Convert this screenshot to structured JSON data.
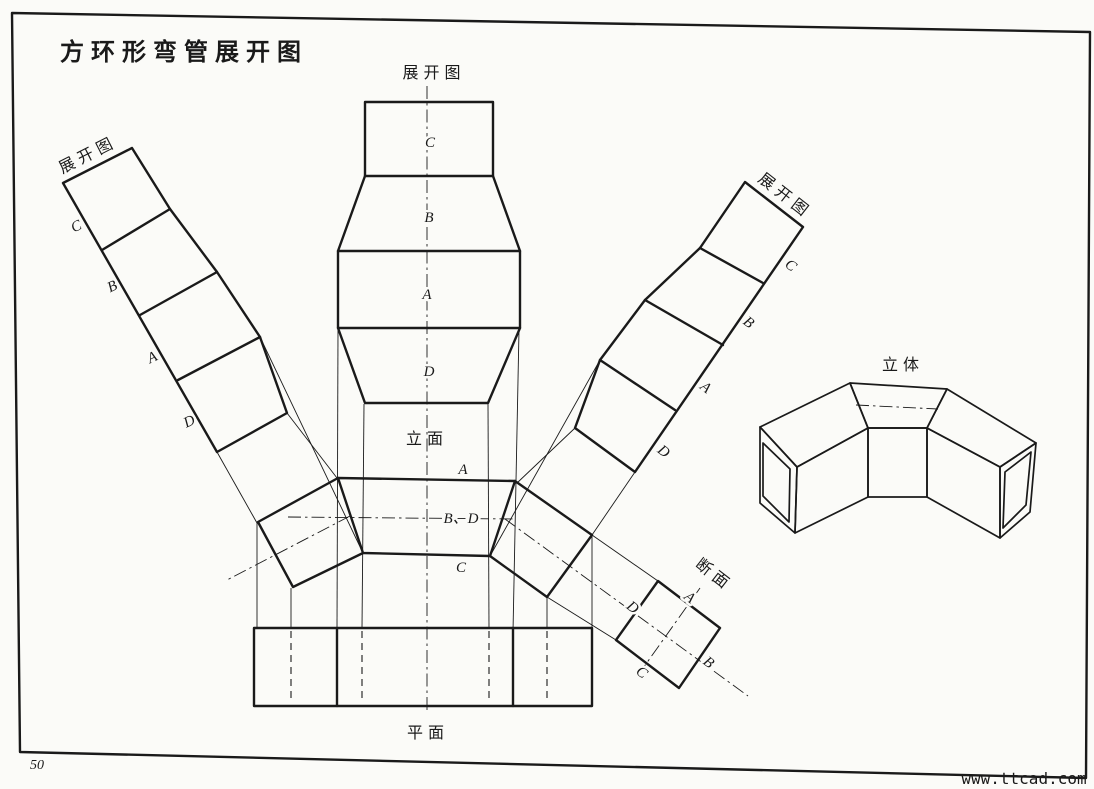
{
  "page": {
    "title": "方环形弯管展开图",
    "page_number": "50",
    "watermark": "www.ttcad.com"
  },
  "views": {
    "development_top": {
      "label": "展开图",
      "cells": [
        "C",
        "B",
        "A",
        "D"
      ]
    },
    "development_left": {
      "label": "展开图",
      "cells": [
        "C",
        "B",
        "A",
        "D"
      ]
    },
    "development_right": {
      "label": "展开图",
      "cells": [
        "C",
        "B",
        "A",
        "D"
      ]
    },
    "elevation": {
      "label": "立面",
      "edge_top": "A",
      "edge_middle": "B、D",
      "edge_bottom": "C"
    },
    "plan": {
      "label": "平面"
    },
    "section": {
      "label": "断面",
      "corner_top": "A",
      "corner_left": "D",
      "corner_right": "B",
      "corner_bottom": "C"
    },
    "pictorial": {
      "label": "立体"
    }
  },
  "colors": {
    "ink": "#1a1a1a",
    "watermark_red": "#d85a5a",
    "paper": "#fbfbf8"
  }
}
